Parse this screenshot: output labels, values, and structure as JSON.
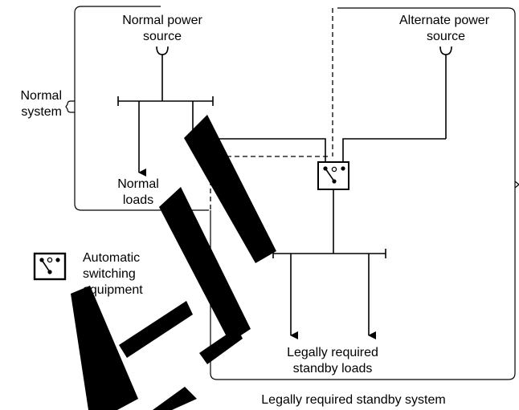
{
  "labels": {
    "normal_source_line1": "Normal power",
    "normal_source_line2": "source",
    "alternate_source_line1": "Alternate power",
    "alternate_source_line2": "source",
    "normal_system_line1": "Normal",
    "normal_system_line2": "system",
    "normal_loads_line1": "Normal",
    "normal_loads_line2": "loads",
    "legend_line1": "Automatic",
    "legend_line2": "switching",
    "legend_line3": "equipment",
    "standby_loads_line1": "Legally required",
    "standby_loads_line2": "standby loads",
    "standby_system": "Legally required standby system"
  },
  "watermark": "DRAFT"
}
